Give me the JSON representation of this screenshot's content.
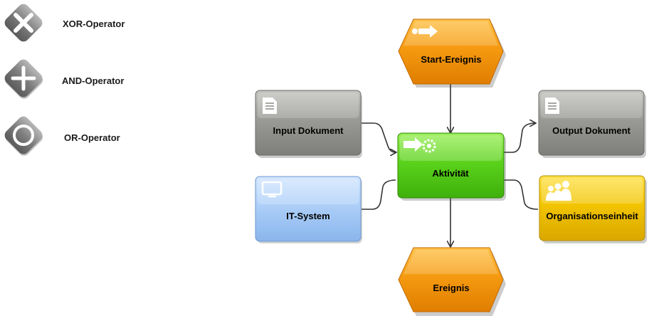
{
  "legend": {
    "xor_label": "XOR-Operator",
    "and_label": "AND-Operator",
    "or_label": "OR-Operator"
  },
  "nodes": {
    "start_event": "Start-Ereignis",
    "input_document": "Input Dokument",
    "activity": "Aktivität",
    "output_document": "Output Dokument",
    "it_system": "IT-System",
    "organization_unit": "Organisationseinheit",
    "event": "Ereignis"
  },
  "colors": {
    "event": "#f59a10",
    "activity": "#5ad21b",
    "document": "#8e8e8e",
    "it_system": "#9cc4f4",
    "organization_unit": "#f2c400",
    "operator": "#7a7a7a"
  },
  "icons": {
    "start_event": "event-arrow-icon",
    "activity": "activity-gear-arrow-icon",
    "input_document": "document-icon",
    "output_document": "document-icon",
    "it_system": "monitor-icon",
    "organization_unit": "people-icon"
  }
}
